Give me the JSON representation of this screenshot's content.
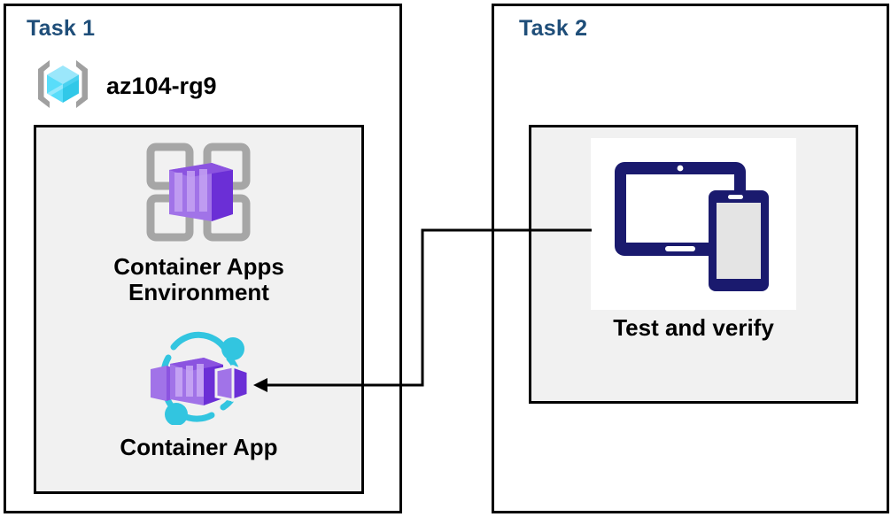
{
  "diagram": {
    "title_color": "#1F4E79",
    "background": "#FFFFFF",
    "panel_fill": "#F1F1F1",
    "border_color": "#000000"
  },
  "task1": {
    "label": "Task 1",
    "resource_group": {
      "name": "az104-rg9",
      "icon": "resource-group-icon"
    },
    "nodes": [
      {
        "id": "container-apps-environment",
        "label": "Container Apps\nEnvironment",
        "icon": "container-apps-environment-icon"
      },
      {
        "id": "container-app",
        "label": "Container App",
        "icon": "container-app-icon"
      }
    ]
  },
  "task2": {
    "label": "Task 2",
    "nodes": [
      {
        "id": "test-and-verify",
        "label": "Test and verify",
        "icon": "devices-icon"
      }
    ]
  },
  "connector": {
    "from": "test-and-verify",
    "to": "container-app",
    "style": "elbow-arrow",
    "color": "#000000"
  }
}
